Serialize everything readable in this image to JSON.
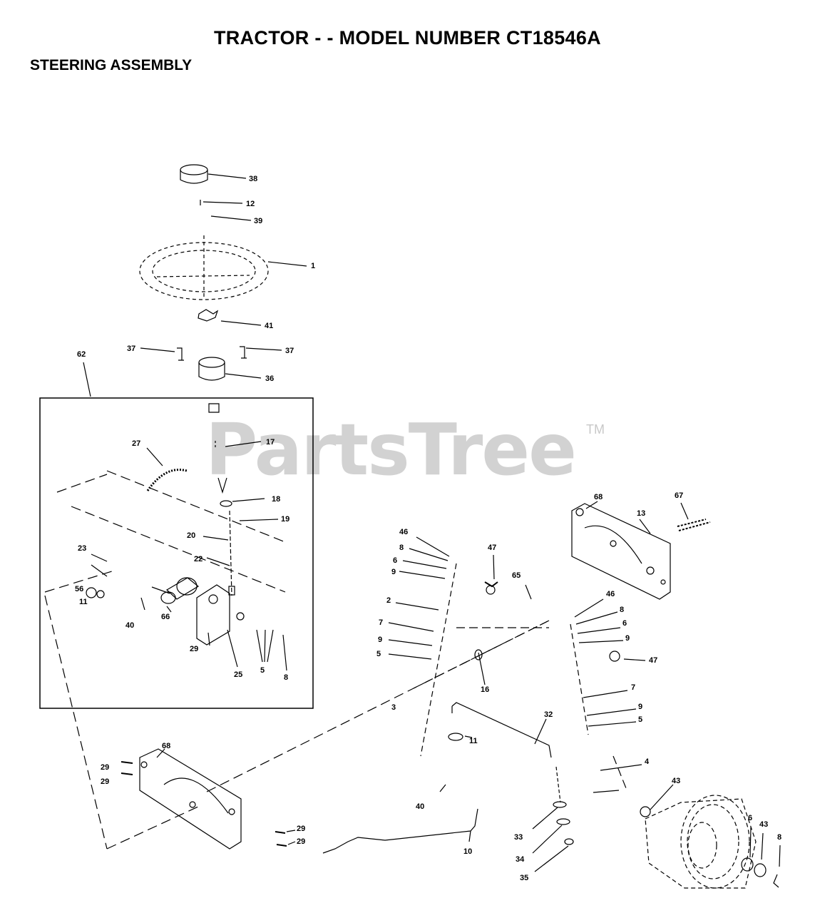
{
  "header": {
    "title": "TRACTOR - - MODEL NUMBER CT18546A",
    "subtitle": "STEERING ASSEMBLY"
  },
  "watermark": {
    "text": "PartsTree",
    "trademark": "TM"
  },
  "callouts": [
    "38",
    "12",
    "39",
    "1",
    "41",
    "37",
    "37",
    "36",
    "62",
    "17",
    "27",
    "18",
    "19",
    "20",
    "22",
    "23",
    "56",
    "11",
    "40",
    "66",
    "29",
    "25",
    "5",
    "8",
    "68",
    "67",
    "13",
    "46",
    "8",
    "6",
    "9",
    "47",
    "65",
    "2",
    "7",
    "9",
    "5",
    "16",
    "46",
    "8",
    "6",
    "9",
    "47",
    "7",
    "9",
    "5",
    "3",
    "32",
    "11",
    "4",
    "68",
    "29",
    "29",
    "40",
    "29",
    "29",
    "10",
    "33",
    "34",
    "35",
    "43",
    "6",
    "43",
    "8"
  ]
}
